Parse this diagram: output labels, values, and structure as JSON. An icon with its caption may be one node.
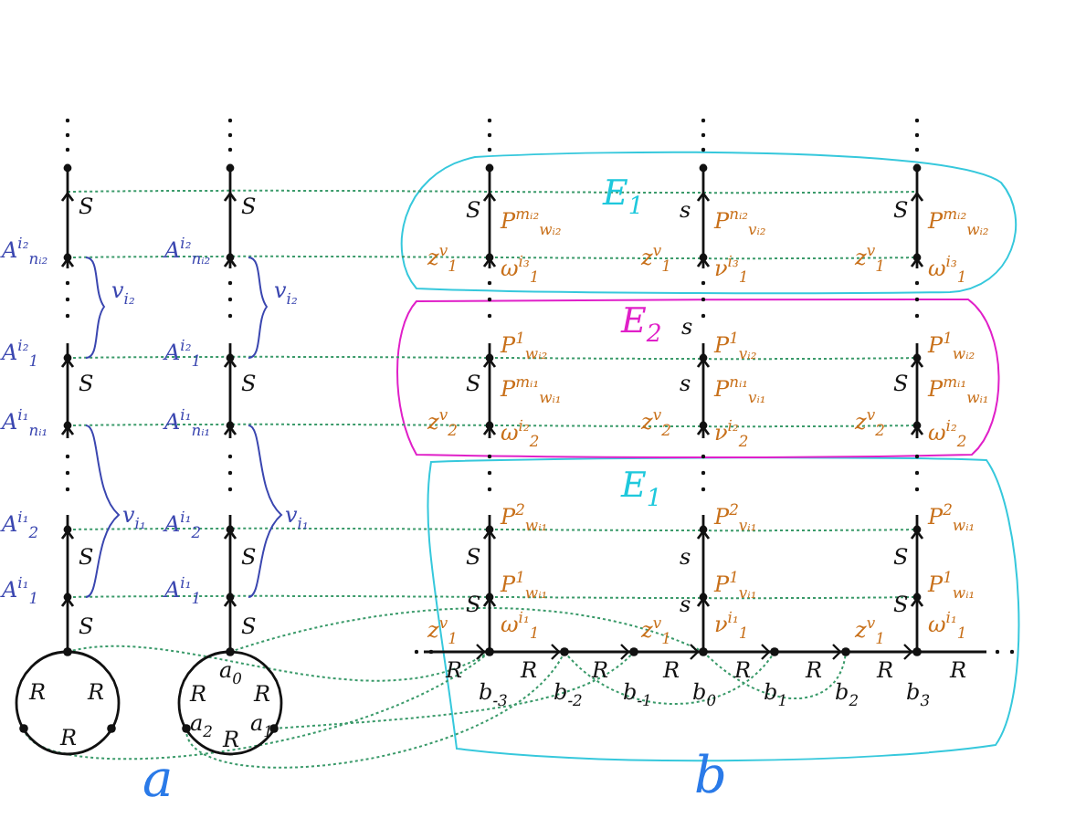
{
  "diagram": {
    "labels": [
      "S",
      "A$^{i₂}$$_{nᵢ₂}$",
      "v$_{i₂}$",
      "A$^{i₂}$$_{1}$",
      "S",
      "A$^{i₁}$$_{nᵢ₁}$",
      "A$^{i₁}$$_{2}$",
      "v$_{i₁}$",
      "S",
      "A$^{i₁}$$_{1}$",
      "S",
      "S",
      "A$^{i₂}$$_{nᵢ₂}$",
      "v$_{i₂}$",
      "A$^{i₂}$$_{1}$",
      "S",
      "A$^{i₁}$$_{nᵢ₁}$",
      "A$^{i₁}$$_{2}$",
      "v$_{i₁}$",
      "S",
      "A$^{i₁}$$_{1}$",
      "S",
      "R",
      "R",
      "R",
      "a$_{0}$",
      "R",
      "R",
      "a$_{2}$",
      "a$_{1}$",
      "R",
      "a",
      "S",
      "z$^{v}$$_{1}$",
      "P$^{mᵢ₂}$$_{wᵢ₂}$",
      "ω$^{i₃}$$_{1}$",
      "P$^{1}$$_{wᵢ₂}$",
      "S",
      "z$^{v}$$_{2}$",
      "P$^{mᵢ₁}$$_{wᵢ₁}$",
      "ω$^{i₂}$$_{2}$",
      "P$^{2}$$_{wᵢ₁}$",
      "S",
      "P$^{1}$$_{wᵢ₁}$",
      "S",
      "z$^{v}$$_{1}$",
      "ω$^{i₁}$$_{1}$",
      "s",
      "z$^{v}$$_{1}$",
      "P$^{nᵢ₂}$$_{vᵢ₂}$",
      "ν$^{i₃}$$_{1}$",
      "s",
      "P$^{1}$$_{vᵢ₂}$",
      "s",
      "z$^{v}$$_{2}$",
      "P$^{nᵢ₁}$$_{vᵢ₁}$",
      "ν$^{i₂}$$_{2}$",
      "P$^{2}$$_{vᵢ₁}$",
      "s",
      "P$^{1}$$_{vᵢ₁}$",
      "s",
      "z$^{v}$$_{1}$",
      "ν$^{i₁}$$_{1}$",
      "S",
      "z$^{v}$$_{1}$",
      "P$^{mᵢ₂}$$_{wᵢ₂}$",
      "ω$^{i₃}$$_{1}$",
      "P$^{1}$$_{wᵢ₂}$",
      "S",
      "z$^{v}$$_{2}$",
      "P$^{mᵢ₁}$$_{wᵢ₁}$",
      "ω$^{i₂}$$_{2}$",
      "P$^{2}$$_{wᵢ₁}$",
      "S",
      "P$^{1}$$_{wᵢ₁}$",
      "S",
      "z$^{v}$$_{1}$",
      "ω$^{i₁}$$_{1}$",
      "R",
      "b$_{-3}$",
      "R",
      "b$_{-2}$",
      "R",
      "b$_{-1}$",
      "R",
      "b$_{0}$",
      "R",
      "b$_{1}$",
      "R",
      "b$_{2}$",
      "R",
      "b$_{3}$",
      "R",
      "E$_{1}$",
      "E$_{2}$",
      "E$_{1}$",
      "b"
    ]
  }
}
